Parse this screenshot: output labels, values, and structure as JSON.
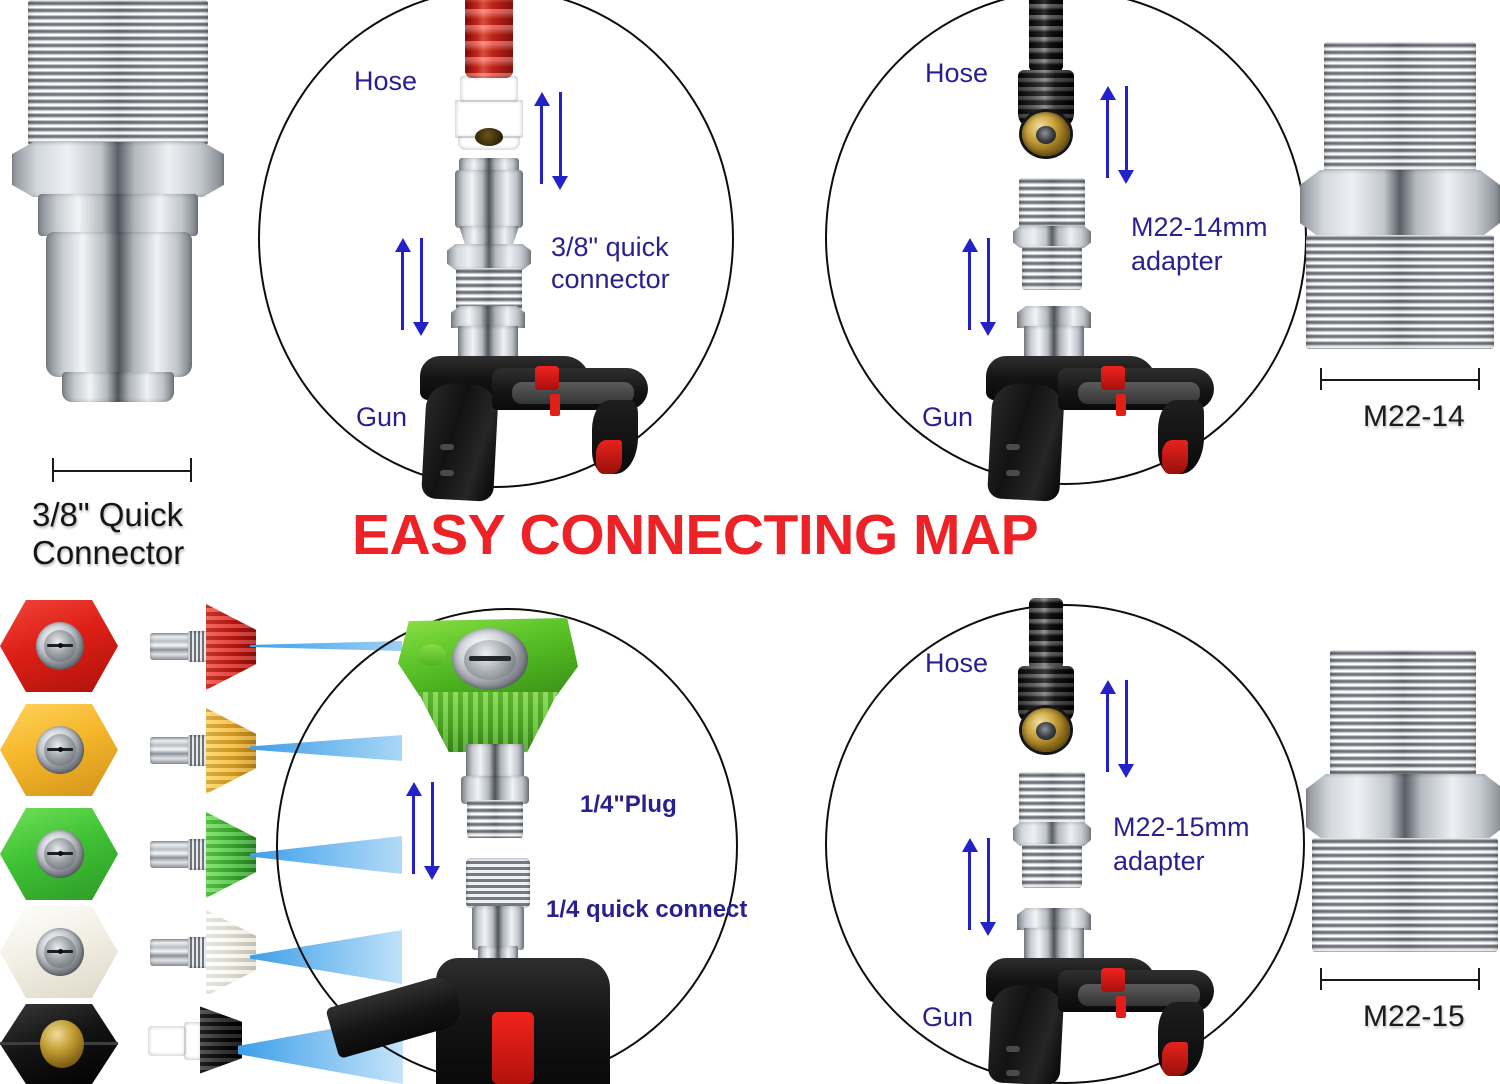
{
  "title": "EASY CONNECTING MAP",
  "theme": {
    "title_color": "#ec2227",
    "label_color": "#2a1f8f",
    "dimension_color": "#1b1b1b",
    "circle_stroke": "#0d0d0d",
    "arrow_color": "#2222c8",
    "spray_color": "#6cb8f0",
    "background": "#ffffff"
  },
  "products": {
    "quick_connector": {
      "caption_line1": "3/8\" Quick",
      "caption_line2": "Connector",
      "has_dimension_bracket": true
    },
    "adapter_m22_14": {
      "caption": "M22-14",
      "has_dimension_bracket": true
    },
    "adapter_m22_15": {
      "caption": "M22-15",
      "has_dimension_bracket": true
    }
  },
  "diagrams": [
    {
      "id": "top-left",
      "position": "top-left",
      "hose_label": "Hose",
      "gun_label": "Gun",
      "part_label_line1": "3/8\" quick",
      "part_label_line2": "connector",
      "hose_color": "red",
      "part": "3/8 inch quick connector"
    },
    {
      "id": "top-right",
      "position": "top-right",
      "hose_label": "Hose",
      "gun_label": "Gun",
      "part_label_line1": "M22-14mm",
      "part_label_line2": "adapter",
      "hose_color": "black",
      "part": "M22-14mm adapter"
    },
    {
      "id": "bottom-center",
      "position": "bottom-center",
      "plug_label": "1/4\"Plug",
      "connect_label": "1/4 quick connect",
      "part": "1/4 inch quick connect with green nozzle"
    },
    {
      "id": "bottom-right",
      "position": "bottom-right",
      "hose_label": "Hose",
      "gun_label": "Gun",
      "part_label_line1": "M22-15mm",
      "part_label_line2": "adapter",
      "hose_color": "black",
      "part": "M22-15mm adapter"
    }
  ],
  "nozzles": [
    {
      "name": "red-nozzle",
      "color": "#e8241c",
      "spray": "pencil",
      "fan_deg": 0
    },
    {
      "name": "yellow-nozzle",
      "color": "#f5b92b",
      "spray": "narrow",
      "fan_deg": 15
    },
    {
      "name": "green-nozzle",
      "color": "#46c83c",
      "spray": "medium",
      "fan_deg": 25
    },
    {
      "name": "white-nozzle",
      "color": "#f4f1e6",
      "spray": "wide",
      "fan_deg": 40
    },
    {
      "name": "black-nozzle",
      "color": "#1a1a1a",
      "spray": "very-wide",
      "fan_deg": 65
    }
  ]
}
